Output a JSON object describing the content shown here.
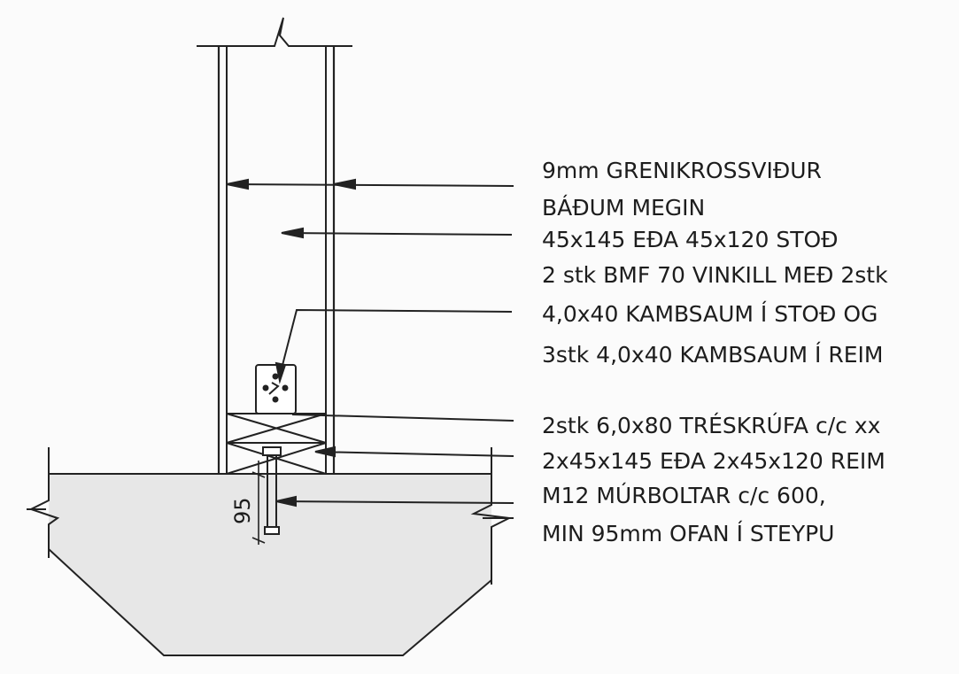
{
  "labels": {
    "line1": "9mm GRENIKROSSVIÐUR",
    "line2": "BÁÐUM MEGIN",
    "line3": "45x145 EÐA 45x120 STOÐ",
    "line4": "2 stk BMF 70 VINKILL MEÐ 2stk",
    "line5": "4,0x40 KAMBSAUM Í STOÐ OG",
    "line6": "3stk 4,0x40 KAMBSAUM Í REIM",
    "line7": "2stk 6,0x80 TRÉSKRÚFA c/c xx",
    "line8": "2x45x145 EÐA 2x45x120 REIM",
    "line9": "M12 MÚRBOLTAR c/c 600,",
    "line10": "MIN 95mm OFAN Í STEYPU"
  },
  "dimension": {
    "value": "95"
  },
  "colors": {
    "line": "#222222",
    "concrete": "#e7e7e7",
    "paper": "#fbfbfb"
  }
}
